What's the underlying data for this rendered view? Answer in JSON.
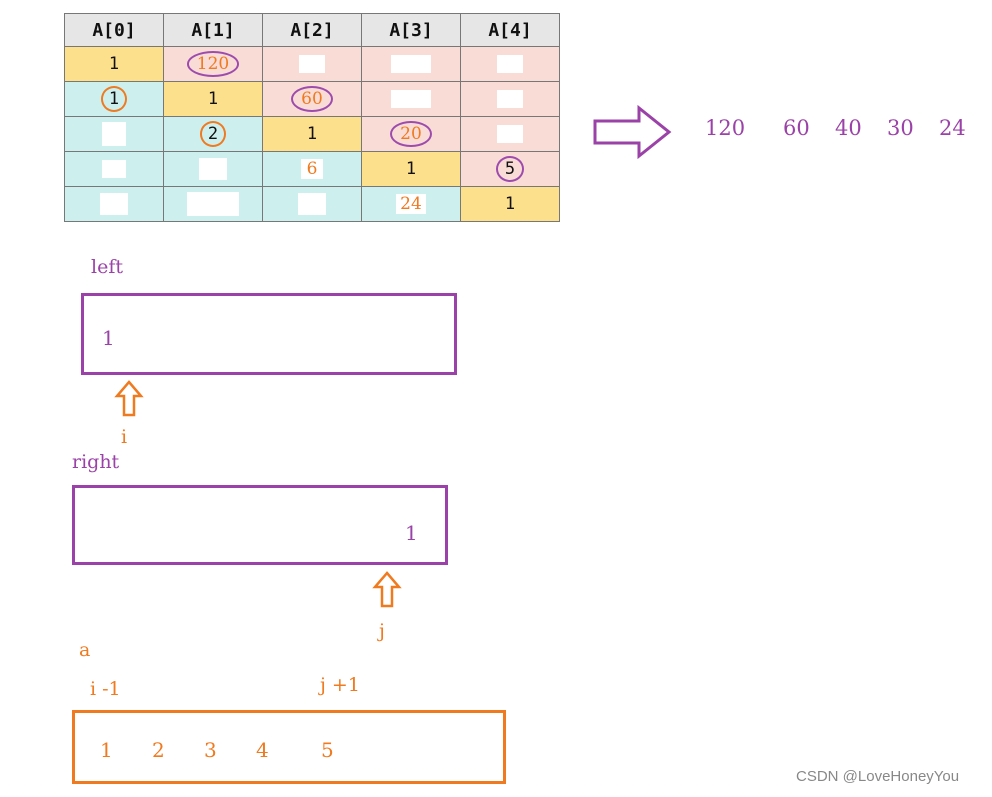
{
  "table": {
    "headers": [
      "A[0]",
      "A[1]",
      "A[2]",
      "A[3]",
      "A[4]"
    ],
    "rows": [
      [
        "1",
        "120",
        "",
        "",
        ""
      ],
      [
        "1",
        "1",
        "60",
        "",
        ""
      ],
      [
        "",
        "2",
        "1",
        "20",
        ""
      ],
      [
        "",
        "",
        "6",
        "1",
        "5"
      ],
      [
        "",
        "",
        "",
        "24",
        "1"
      ]
    ]
  },
  "results": [
    "120",
    "60",
    "40",
    "30",
    "24"
  ],
  "left": {
    "label": "left",
    "value": "1",
    "pointer": "i"
  },
  "right": {
    "label": "right",
    "value": "1",
    "pointer": "j"
  },
  "a": {
    "label": "a",
    "left_marker": "i -1",
    "right_marker": "j +1",
    "values": [
      "1",
      "2",
      "3",
      "4",
      "5"
    ]
  },
  "watermark": "CSDN @LoveHoneyYou",
  "colors": {
    "purple": "#9b42a8",
    "orange": "#f07a1f",
    "yellow": "#fde08c",
    "pink": "#f9dcd6",
    "teal": "#cdf0ee"
  }
}
